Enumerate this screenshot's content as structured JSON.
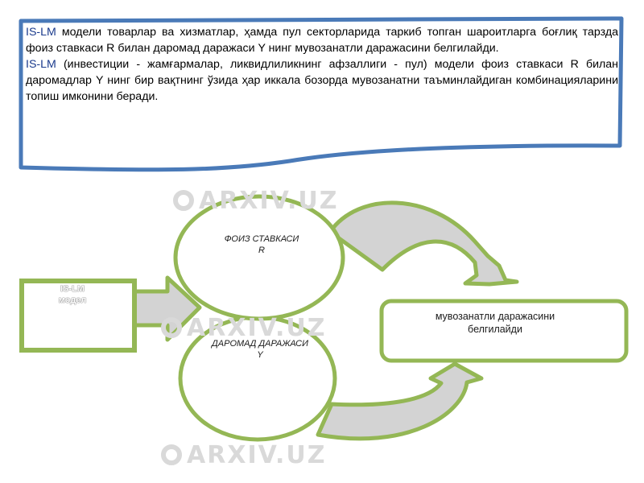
{
  "textbox": {
    "para1_lead": "IS-LM",
    "para1_text": " модели товарлар ва хизматлар, ҳамда пул секторларида таркиб топган шароитларга боғлиқ тарзда фоиз ставкаси R билан даромад даражаси Y нинг мувозанатли даражасини белгилайди.",
    "para2_lead": "IS-LM",
    "para2_text": " (инвестиции - жамғармалар, ликвидлиликнинг афзаллиги - пул) модели фоиз ставкаси R билан даромадлар Y нинг бир вақтнинг ўзида ҳар иккала бозорда мувозанатни таъминлайдиган комбинацияларини топиш имконини беради."
  },
  "diagram": {
    "model_box": {
      "line1": "IS-LM",
      "line2": "модел"
    },
    "top_ellipse": {
      "line1": "ФОИЗ СТАВКАСИ",
      "line2": "R"
    },
    "bottom_ellipse": {
      "line1": "ДАРОМАД ДАРАЖАСИ",
      "line2": "Y"
    },
    "result_box": {
      "line1": "мувозанатли даражасини",
      "line2": "белгилайди"
    }
  },
  "watermark": {
    "text": "ARXIV.UZ"
  },
  "colors": {
    "frame_blue": "#4a7ab8",
    "shape_green": "#94b755",
    "arrow_fill": "#d3d3d3"
  }
}
